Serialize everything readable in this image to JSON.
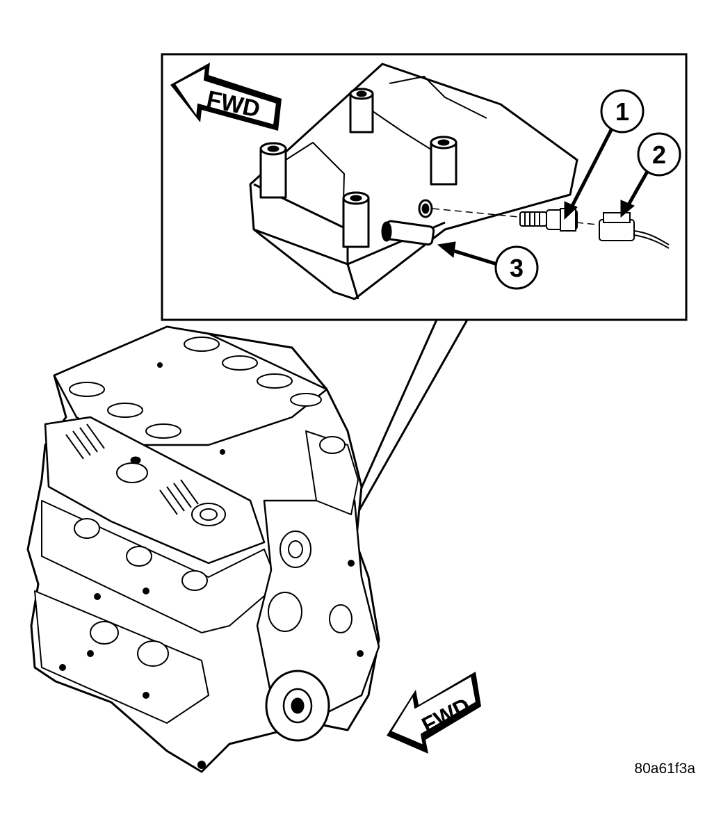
{
  "inset": {
    "forward_label": "FWD",
    "callouts": [
      {
        "id": "callout-1",
        "label": "1"
      },
      {
        "id": "callout-2",
        "label": "2"
      },
      {
        "id": "callout-3",
        "label": "3"
      }
    ]
  },
  "main": {
    "forward_label": "FWD"
  },
  "figure_code": "80a61f3a",
  "colors": {
    "line": "#000000",
    "background": "#ffffff"
  }
}
